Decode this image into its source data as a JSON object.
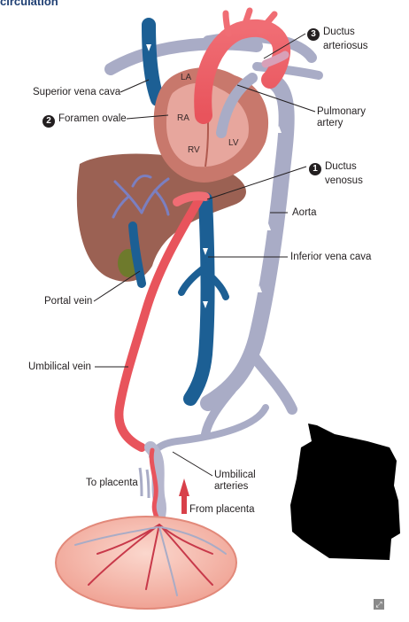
{
  "title": "circulation",
  "chambers": {
    "la": "LA",
    "ra": "RA",
    "rv": "RV",
    "lv": "LV"
  },
  "labels": {
    "ductus_arteriosus": {
      "number": "3",
      "line1": "Ductus",
      "line2": "arteriosus"
    },
    "superior_vena_cava": "Superior vena cava",
    "foramen_ovale": {
      "number": "2",
      "text": "Foramen ovale"
    },
    "pulmonary_artery": {
      "line1": "Pulmonary",
      "line2": "artery"
    },
    "ductus_venosus": {
      "number": "1",
      "line1": "Ductus",
      "line2": "venosus"
    },
    "aorta": "Aorta",
    "inferior_vena_cava": "Inferior vena cava",
    "portal_vein": "Portal vein",
    "umbilical_vein": "Umbilical vein",
    "umbilical_arteries": {
      "line1": "Umbilical",
      "line2": "arteries"
    },
    "to_placenta": "To placenta",
    "from_placenta": "From placenta"
  },
  "corner_icon": "expand-icon",
  "colors": {
    "oxygenated": "#e8545c",
    "deoxygenated": "#1c5f94",
    "mixed_vessel": "#a9acc6",
    "liver": "#9b6153",
    "heart": "#c8786c",
    "placenta": "#f1a99c",
    "label_text": "#231f20"
  }
}
